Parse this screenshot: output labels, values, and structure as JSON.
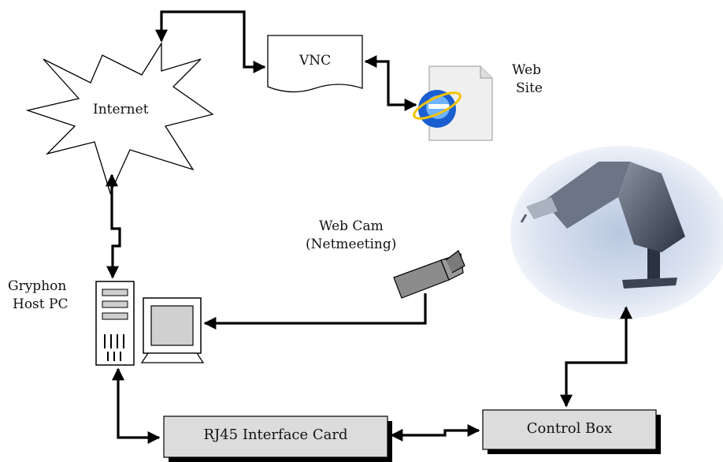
{
  "nodes": {
    "internet": {
      "label": "Internet"
    },
    "vnc": {
      "label": "VNC"
    },
    "website": {
      "label_line1": "Web",
      "label_line2": "Site"
    },
    "webcam": {
      "label_line1": "Web Cam",
      "label_line2": "(Netmeeting)"
    },
    "host_pc": {
      "label_line1": "Gryphon",
      "label_line2": "Host PC"
    },
    "rj45": {
      "label": "RJ45 Interface Card"
    },
    "control_box": {
      "label": "Control Box"
    }
  },
  "colors": {
    "line": "#000000",
    "box_fill": "#dcdcdc",
    "box_shadow": "#000000",
    "ie_blue": "#1a5fd0",
    "robot_grey": "#4a5260"
  }
}
